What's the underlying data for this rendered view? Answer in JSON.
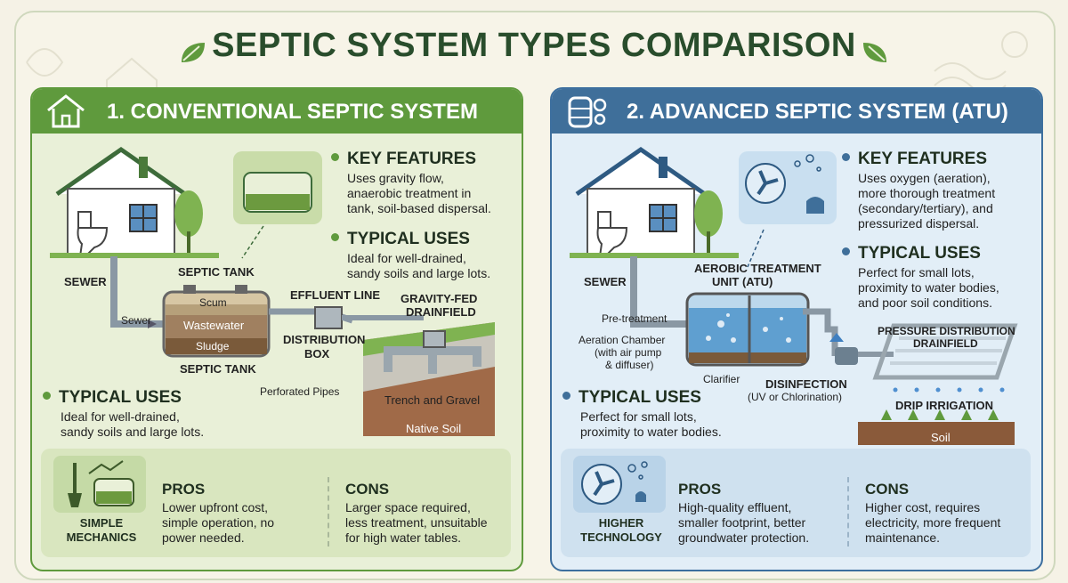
{
  "title": "SEPTIC SYSTEM TYPES COMPARISON",
  "colors": {
    "green": "#5f9a3d",
    "blue": "#3f6f9a",
    "title": "#294d2c"
  },
  "left": {
    "header": "1. CONVENTIONAL SEPTIC SYSTEM",
    "header_icon": "house-icon",
    "key_features": {
      "heading": "KEY FEATURES",
      "text": [
        "Uses gravity flow,",
        "anaerobic treatment in",
        "tank, soil-based dispersal."
      ]
    },
    "typical_uses": {
      "heading": "TYPICAL USES",
      "text": [
        "Ideal for well-drained,",
        "sandy soils and large lots."
      ]
    },
    "typical_uses_lower": {
      "heading": "TYPICAL USES",
      "text": [
        "Ideal for well-drained,",
        "sandy soils and large lots."
      ]
    },
    "labels": {
      "sewer_top": "SEWER",
      "septic_tank_top": "SEPTIC TANK",
      "scum": "Scum",
      "sewer_side": "Sewer",
      "wastewater": "Wastewater",
      "sludge": "Sludge",
      "septic_tank_bottom": "SEPTIC TANK",
      "effluent_line": "EFFLUENT LINE",
      "distribution": "DISTRIBUTION",
      "box": "BOX",
      "gravity_fed": "GRAVITY-FED",
      "drainfield": "DRAINFIELD",
      "perforated_pipes": "Perforated Pipes",
      "trench_gravel": "Trench and Gravel",
      "native_soil": "Native Soil"
    },
    "bottom": {
      "icon_label": [
        "SIMPLE",
        "MECHANICS"
      ],
      "pros": {
        "heading": "PROS",
        "text": [
          "Lower upfront cost,",
          "simple operation, no",
          "power needed."
        ]
      },
      "cons": {
        "heading": "CONS",
        "text": [
          "Larger space required,",
          "less treatment, unsuitable",
          "for high water tables."
        ]
      }
    }
  },
  "right": {
    "header": "2. ADVANCED SEPTIC SYSTEM (ATU)",
    "header_icon": "tank-gear-icon",
    "key_features": {
      "heading": "KEY FEATURES",
      "text": [
        "Uses oxygen (aeration),",
        "more thorough treatment",
        "(secondary/tertiary), and",
        "pressurized dispersal."
      ]
    },
    "typical_uses": {
      "heading": "TYPICAL USES",
      "text": [
        "Perfect for small lots,",
        "proximity to water bodies,",
        "and poor soil conditions."
      ]
    },
    "typical_uses_lower": {
      "heading": "TYPICAL USES",
      "text": [
        "Perfect for small lots,",
        "proximity to water bodies."
      ]
    },
    "labels": {
      "sewer": "SEWER",
      "aerobic": "AEROBIC TREATMENT",
      "unit": "UNIT (ATU)",
      "pretreatment": "Pre-treatment",
      "aeration": "Aeration Chamber",
      "with_pump": "(with air pump",
      "diffuser": "& diffuser)",
      "clarifier": "Clarifier",
      "disinfection": "DISINFECTION",
      "uv": "(UV or Chlorination)",
      "pressure": "PRESSURE DISTRIBUTION",
      "drainfield": "DRAINFIELD",
      "drip": "DRIP IRRIGATION",
      "soil": "Soil"
    },
    "bottom": {
      "icon_label": [
        "HIGHER",
        "TECHNOLOGY"
      ],
      "pros": {
        "heading": "PROS",
        "text": [
          "High-quality effluent,",
          "smaller footprint, better",
          "groundwater protection."
        ]
      },
      "cons": {
        "heading": "CONS",
        "text": [
          "Higher cost, requires",
          "electricity, more frequent",
          "maintenance."
        ]
      }
    }
  }
}
